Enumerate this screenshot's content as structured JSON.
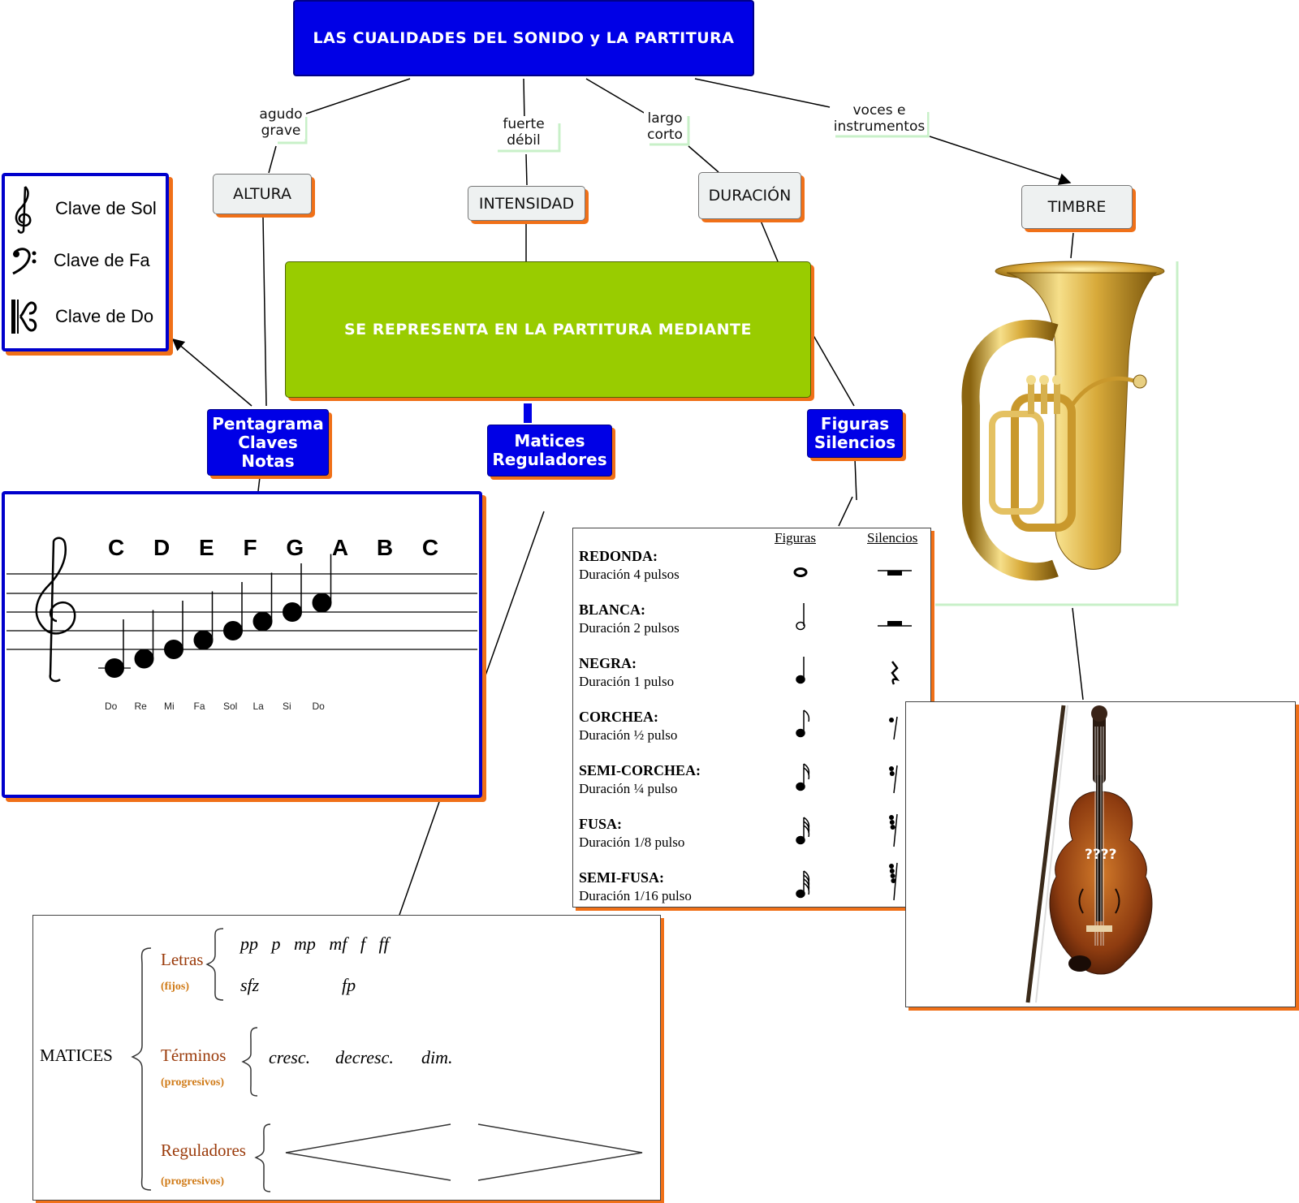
{
  "title": "LAS CUALIDADES DEL SONIDO y LA PARTITURA",
  "qualities": [
    {
      "label": "ALTURA",
      "link": [
        "agudo",
        "grave"
      ]
    },
    {
      "label": "INTENSIDAD",
      "link": [
        "fuerte",
        "débil"
      ]
    },
    {
      "label": "DURACIÓN",
      "link": [
        "largo",
        "corto"
      ]
    },
    {
      "label": "TIMBRE",
      "link": [
        "voces e",
        "instrumentos"
      ]
    }
  ],
  "central": "SE REPRESENTA EN LA PARTITURA MEDIANTE",
  "elements": [
    {
      "lines": [
        "Pentagrama",
        "Claves",
        "Notas"
      ]
    },
    {
      "lines": [
        "Matices",
        "Reguladores"
      ]
    },
    {
      "lines": [
        "Figuras",
        "Silencios"
      ]
    }
  ],
  "clefs": [
    {
      "name": "Clave de Sol",
      "icon": "treble-clef-icon"
    },
    {
      "name": "Clave de Fa",
      "icon": "bass-clef-icon"
    },
    {
      "name": "Clave de Do",
      "icon": "alto-clef-icon"
    }
  ],
  "staff": {
    "letters": "C D E F G A B C",
    "note_names": [
      "Do",
      "Re",
      "Mi",
      "Fa",
      "Sol",
      "La",
      "Si",
      "Do"
    ]
  },
  "figures_table": {
    "col_figuras": "Figuras",
    "col_silencios": "Silencios",
    "rows": [
      {
        "name": "REDONDA:",
        "duration": "Duración 4 pulsos"
      },
      {
        "name": "BLANCA:",
        "duration": "Duración 2 pulsos"
      },
      {
        "name": "NEGRA:",
        "duration": "Duración 1 pulso"
      },
      {
        "name": "CORCHEA:",
        "duration": "Duración ½ pulso"
      },
      {
        "name": "SEMI-CORCHEA:",
        "duration": "Duración ¼ pulso"
      },
      {
        "name": "FUSA:",
        "duration": "Duración 1/8 pulso"
      },
      {
        "name": "SEMI-FUSA:",
        "duration": "Duración 1/16 pulso"
      }
    ]
  },
  "matices": {
    "label": "MATICES",
    "letras": {
      "label": "Letras",
      "sub": "(fijos)",
      "row1": "pp   p   mp   mf   f   ff",
      "row2a": "sfz",
      "row2b": "fp"
    },
    "terminos": {
      "label": "Términos",
      "sub": "(progresivos)",
      "items": [
        "cresc.",
        "decresc.",
        "dim."
      ]
    },
    "reguladores": {
      "label": "Reguladores",
      "sub": "(progresivos)"
    }
  },
  "violin_caption": "????",
  "colors": {
    "blue": "#0000e6",
    "green": "#99cc00",
    "shadow": "#f07018"
  }
}
